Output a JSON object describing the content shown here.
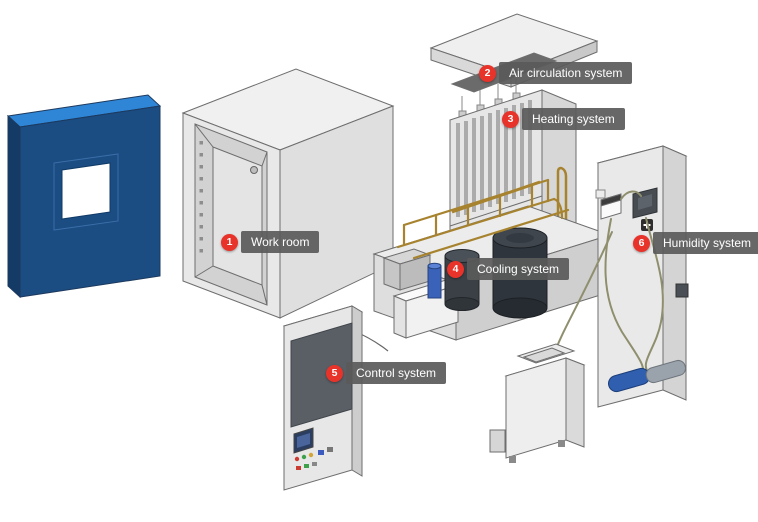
{
  "diagram": {
    "labels": [
      {
        "num": "1",
        "text": "Work room"
      },
      {
        "num": "2",
        "text": "Air circulation system"
      },
      {
        "num": "3",
        "text": "Heating system"
      },
      {
        "num": "4",
        "text": "Cooling system"
      },
      {
        "num": "5",
        "text": "Control system"
      },
      {
        "num": "6",
        "text": "Humidity system"
      }
    ],
    "colors": {
      "callout_red": "#e8332a",
      "callout_label_bg": "#5a5a5a",
      "door_blue": "#1b4c82",
      "door_blue_top": "#2f86d6",
      "pipe_brass": "#a7832f",
      "compressor_dark": "#2f353c",
      "pump_blue": "#2f5fae"
    }
  }
}
